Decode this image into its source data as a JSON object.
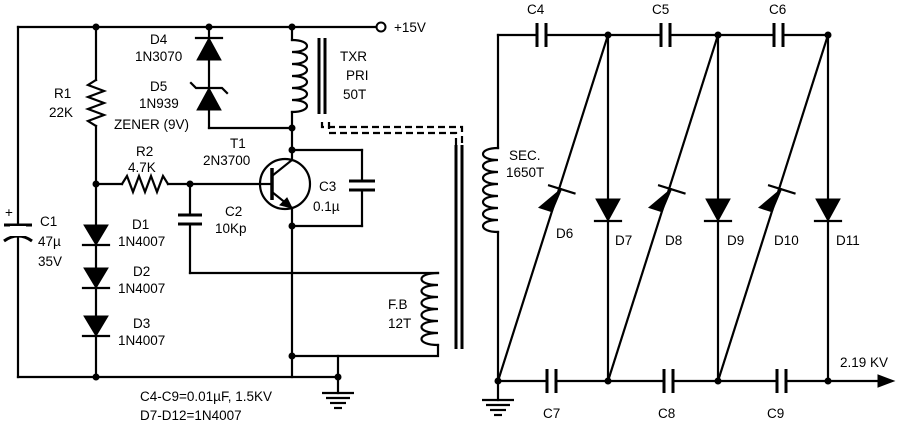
{
  "supply": {
    "label": "+15V"
  },
  "transformer": {
    "primary": [
      "TXR",
      "PRI",
      "50T"
    ],
    "secondary": [
      "SEC.",
      "1650T"
    ],
    "feedback": [
      "F.B",
      "12T"
    ]
  },
  "components": {
    "D4": {
      "name": "D4",
      "value": "1N3070"
    },
    "D5": {
      "name": "D5",
      "value": "1N939",
      "note": "ZENER (9V)"
    },
    "R1": {
      "name": "R1",
      "value": "22K"
    },
    "R2": {
      "name": "R2",
      "value": "4.7K"
    },
    "T1": {
      "name": "T1",
      "value": "2N3700"
    },
    "C3": {
      "name": "C3",
      "value": "0.1µ"
    },
    "C2": {
      "name": "C2",
      "value": "10Kp"
    },
    "C1": {
      "name": "C1",
      "value": "47µ",
      "voltage": "35V",
      "polarity": "+"
    },
    "D1": {
      "name": "D1",
      "value": "1N4007"
    },
    "D2": {
      "name": "D2",
      "value": "1N4007"
    },
    "D3": {
      "name": "D3",
      "value": "1N4007"
    }
  },
  "multiplier": {
    "top_caps": [
      "C4",
      "C5",
      "C6"
    ],
    "bottom_caps": [
      "C7",
      "C8",
      "C9"
    ],
    "diodes": [
      "D6",
      "D7",
      "D8",
      "D9",
      "D10",
      "D11"
    ],
    "output": "2.19 KV"
  },
  "notes": [
    "C4-C9=0.01µF, 1.5KV",
    "D7-D12=1N4007"
  ]
}
